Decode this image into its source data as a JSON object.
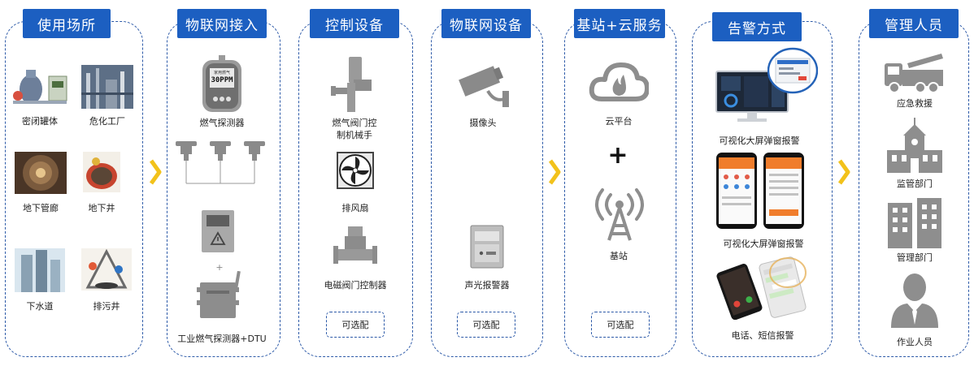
{
  "columns": [
    {
      "header": "使用场所",
      "items": [
        "密闭罐体",
        "危化工厂",
        "地下管廊",
        "地下井",
        "下水道",
        "排污井"
      ]
    },
    {
      "header": "物联网接入",
      "items": [
        "燃气探测器",
        "+",
        "工业燃气探测器+DTU"
      ],
      "detector_display": "30PPM",
      "detector_label": "家用燃气"
    },
    {
      "header": "控制设备",
      "items": [
        "燃气阀门控制机械手",
        "排风扇",
        "电磁阀门控制器"
      ],
      "optional": "可选配"
    },
    {
      "header": "物联网设备",
      "items": [
        "摄像头",
        "声光报警器"
      ],
      "optional": "可选配"
    },
    {
      "header": "基站+云服务",
      "items": [
        "云平台",
        "+",
        "基站"
      ],
      "optional": "可选配"
    },
    {
      "header": "告警方式",
      "items": [
        "可视化大屏弹窗报警",
        "可视化大屏弹窗报警",
        "电话、短信报警"
      ]
    },
    {
      "header": "管理人员",
      "items": [
        "应急救援",
        "监管部门",
        "管理部门",
        "作业人员"
      ]
    }
  ],
  "colors": {
    "accent": "#1c5fc1",
    "border": "#2d5aa8",
    "arrow": "#f2c21b",
    "icon": "#8a8a8a"
  },
  "icons": [
    "chevron-right-icon",
    "gas-detector-icon",
    "cloud-fire-icon",
    "tower-icon",
    "camera-icon",
    "fan-icon",
    "valve-icon",
    "fire-truck-icon",
    "government-building-icon",
    "office-building-icon",
    "person-icon"
  ]
}
